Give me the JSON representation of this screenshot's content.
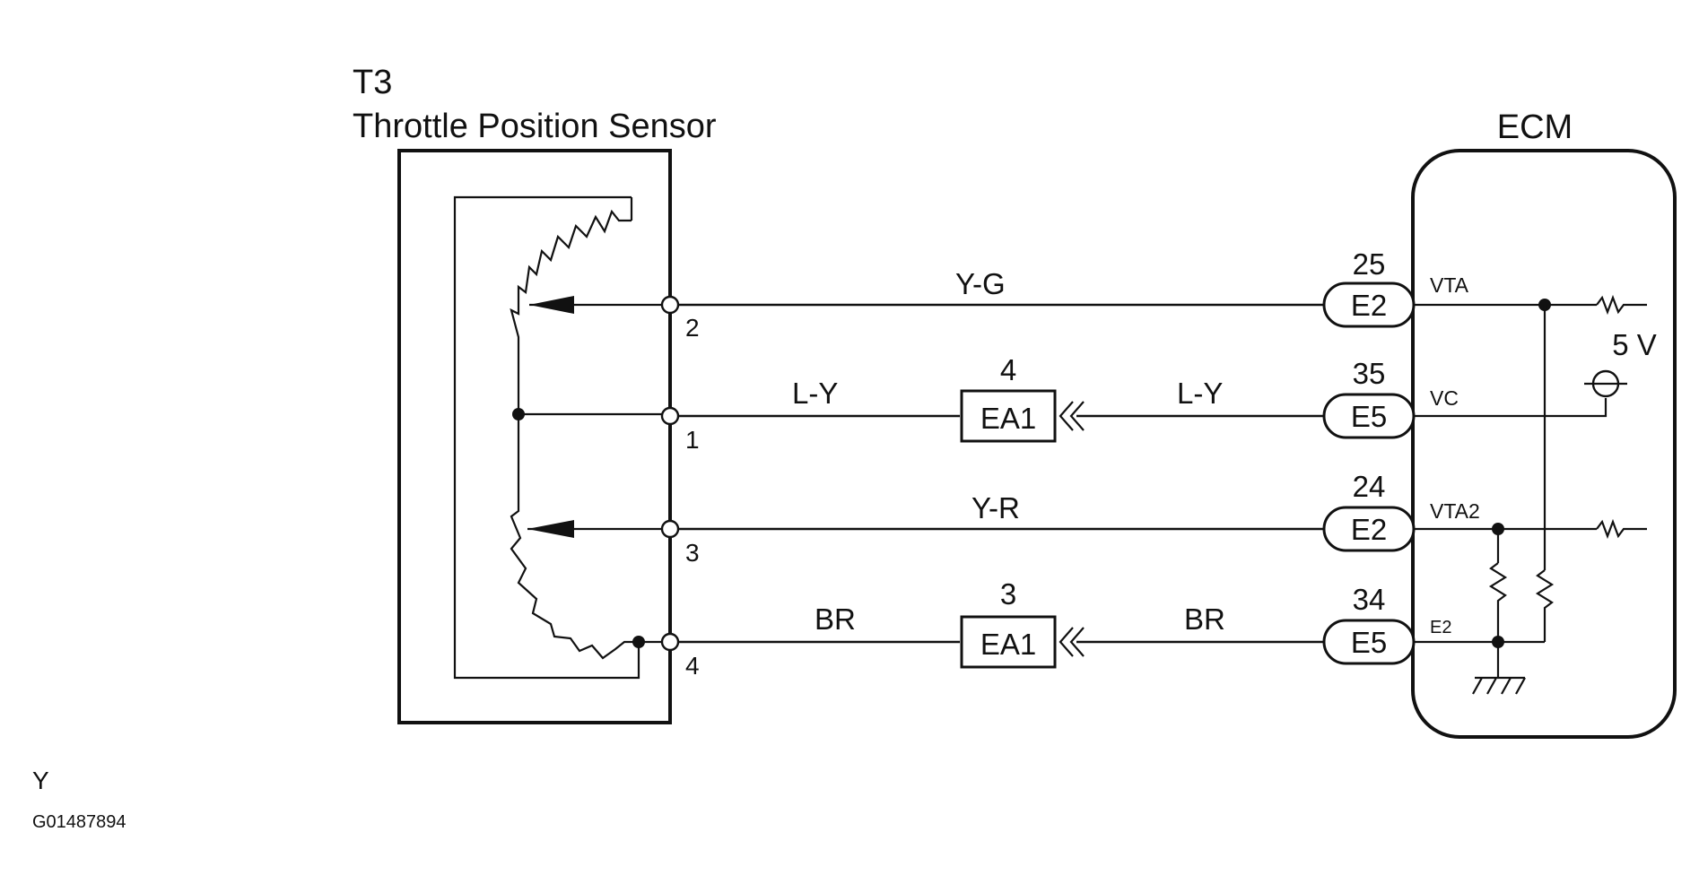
{
  "sensor": {
    "code": "T3",
    "name": "Throttle Position Sensor"
  },
  "ecm": {
    "title": "ECM",
    "supply": "5 V"
  },
  "wires": [
    {
      "sensor_pin": "2",
      "color_left": "Y-G",
      "color_right": "",
      "junction": "",
      "junction_pin": "",
      "ecm_pin": "25",
      "ecm_connector": "E2",
      "ecm_terminal": "VTA"
    },
    {
      "sensor_pin": "1",
      "color_left": "L-Y",
      "color_right": "L-Y",
      "junction": "EA1",
      "junction_pin": "4",
      "ecm_pin": "35",
      "ecm_connector": "E5",
      "ecm_terminal": "VC"
    },
    {
      "sensor_pin": "3",
      "color_left": "Y-R",
      "color_right": "",
      "junction": "",
      "junction_pin": "",
      "ecm_pin": "24",
      "ecm_connector": "E2",
      "ecm_terminal": "VTA2"
    },
    {
      "sensor_pin": "4",
      "color_left": "BR",
      "color_right": "BR",
      "junction": "EA1",
      "junction_pin": "3",
      "ecm_pin": "34",
      "ecm_connector": "E5",
      "ecm_terminal": "E2"
    }
  ],
  "footer": {
    "letter": "Y",
    "figure_id": "G01487894"
  }
}
